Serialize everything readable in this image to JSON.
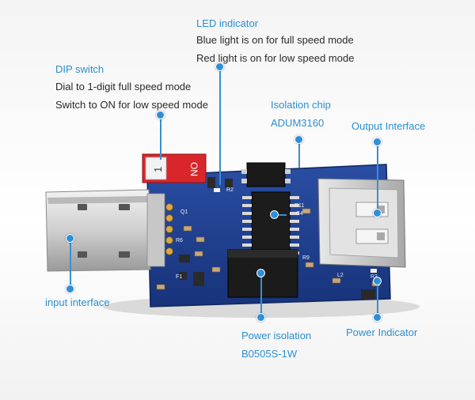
{
  "led_indicator": {
    "title": "LED indicator",
    "line1": "Blue light is on for full speed mode",
    "line2": "Red light is on for low speed mode"
  },
  "dip_switch": {
    "title": "DIP switch",
    "line1": "Dial to 1-digit full speed mode",
    "line2": "Switch to ON for low speed mode",
    "switch_left": "1",
    "switch_right": "ON"
  },
  "isolation_chip": {
    "title": "Isolation chip",
    "part": "ADUM3160"
  },
  "output_interface": {
    "title": "Output Interface"
  },
  "input_interface": {
    "title": "input interface"
  },
  "power_isolation": {
    "title": "Power isolation",
    "part": "B0505S-1W"
  },
  "power_indicator": {
    "title": "Power Indicator"
  },
  "colors": {
    "accent": "#2b8fd0",
    "pcb": "#1f3f8e",
    "dip": "#d8262a"
  }
}
